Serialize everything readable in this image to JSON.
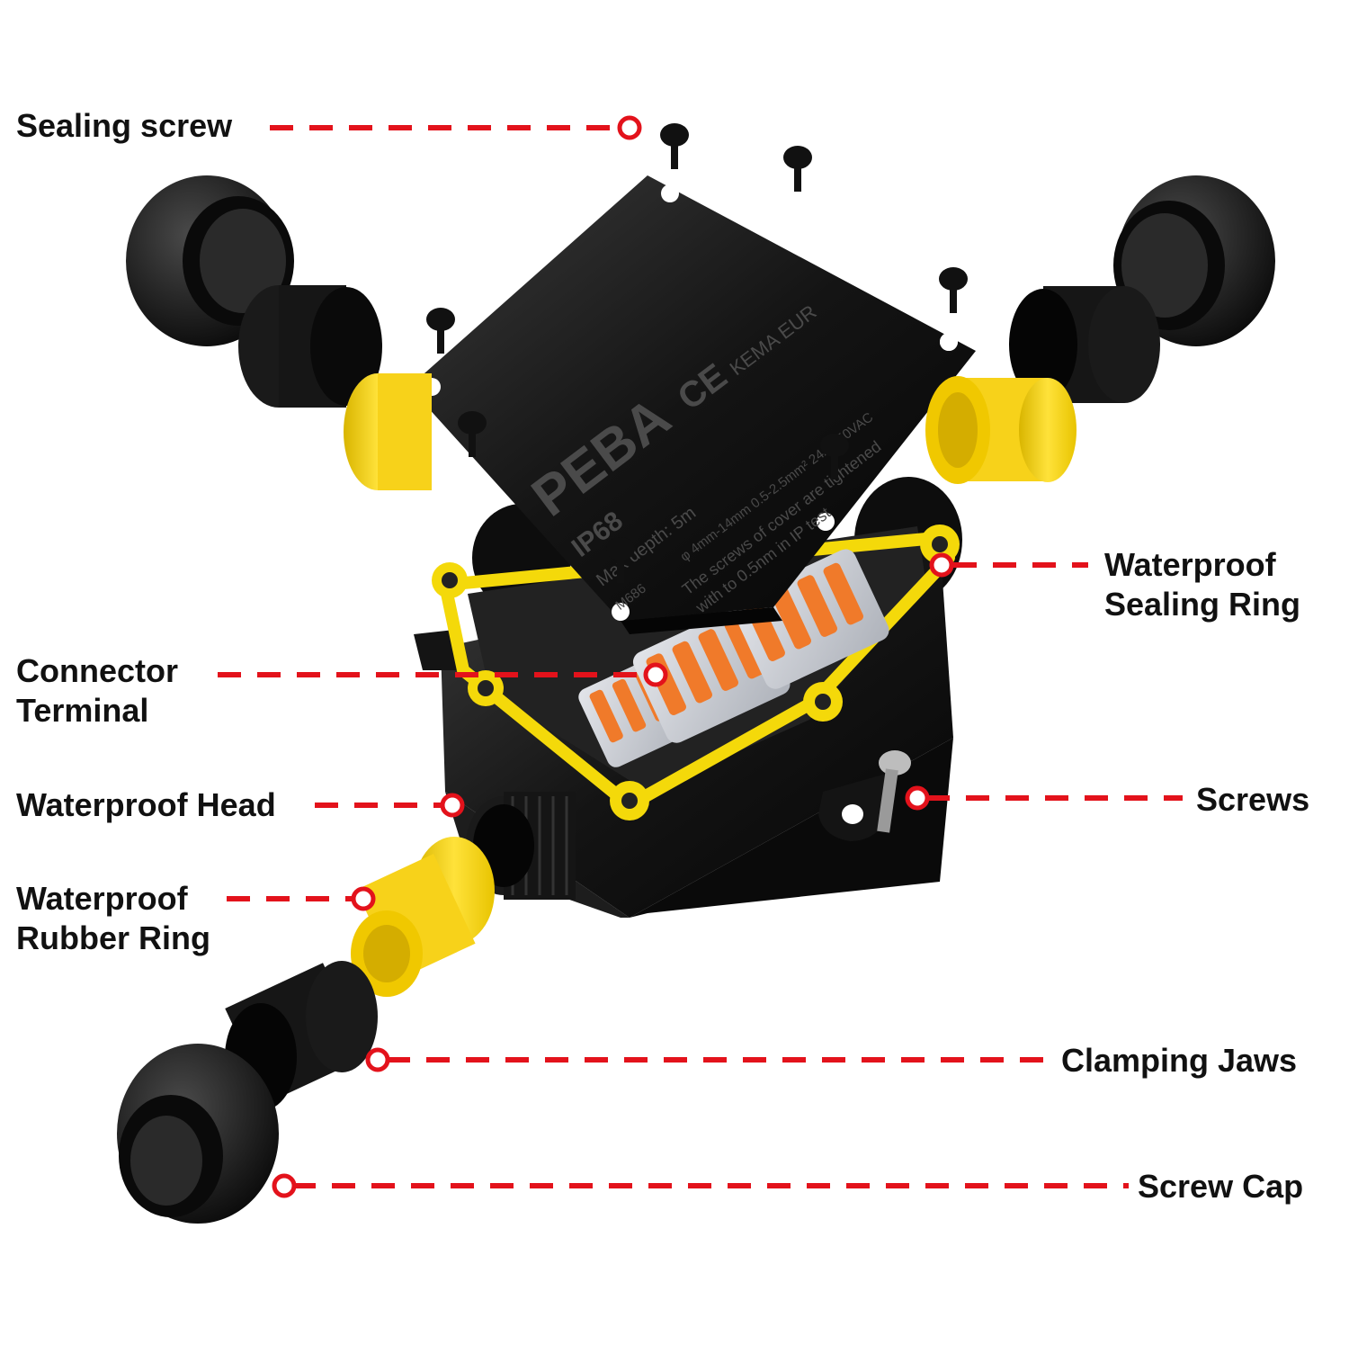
{
  "colors": {
    "callout_red": "#e3121b",
    "body_black": "#161616",
    "gasket_yellow": "#f4d90a",
    "rubber_yellow": "#f7d21a",
    "terminal_orange": "#f07a2a",
    "terminal_grey": "#c9ccd3"
  },
  "callouts": {
    "sealing_screw": "Sealing screw",
    "waterproof_sealing_ring": [
      "Waterproof",
      "Sealing Ring"
    ],
    "connector_terminal": [
      "Connector",
      "Terminal"
    ],
    "waterproof_head": "Waterproof Head",
    "screws": "Screws",
    "waterproof_rubber_ring": [
      "Waterproof",
      "Rubber Ring"
    ],
    "clamping_jaws": "Clamping Jaws",
    "screw_cap": "Screw Cap"
  },
  "lid": {
    "brand": "PEBA",
    "ce_mark": "CE",
    "kema": "KEMA EUR",
    "rating": "IP68",
    "depth": "Max depth: 5m",
    "spec": "φ 4mm-14mm  0.5-2.5mm²  24A  450VAC",
    "model": "M686",
    "note_line1": "The screws of cover are tightened",
    "note_line2": "with to 0.5nm in IP test"
  },
  "icons": [
    "screw-icon",
    "nut-cap-icon",
    "clamping-jaw-icon",
    "rubber-ring-icon",
    "junction-box-icon",
    "terminal-block-icon",
    "callout-marker-icon"
  ]
}
